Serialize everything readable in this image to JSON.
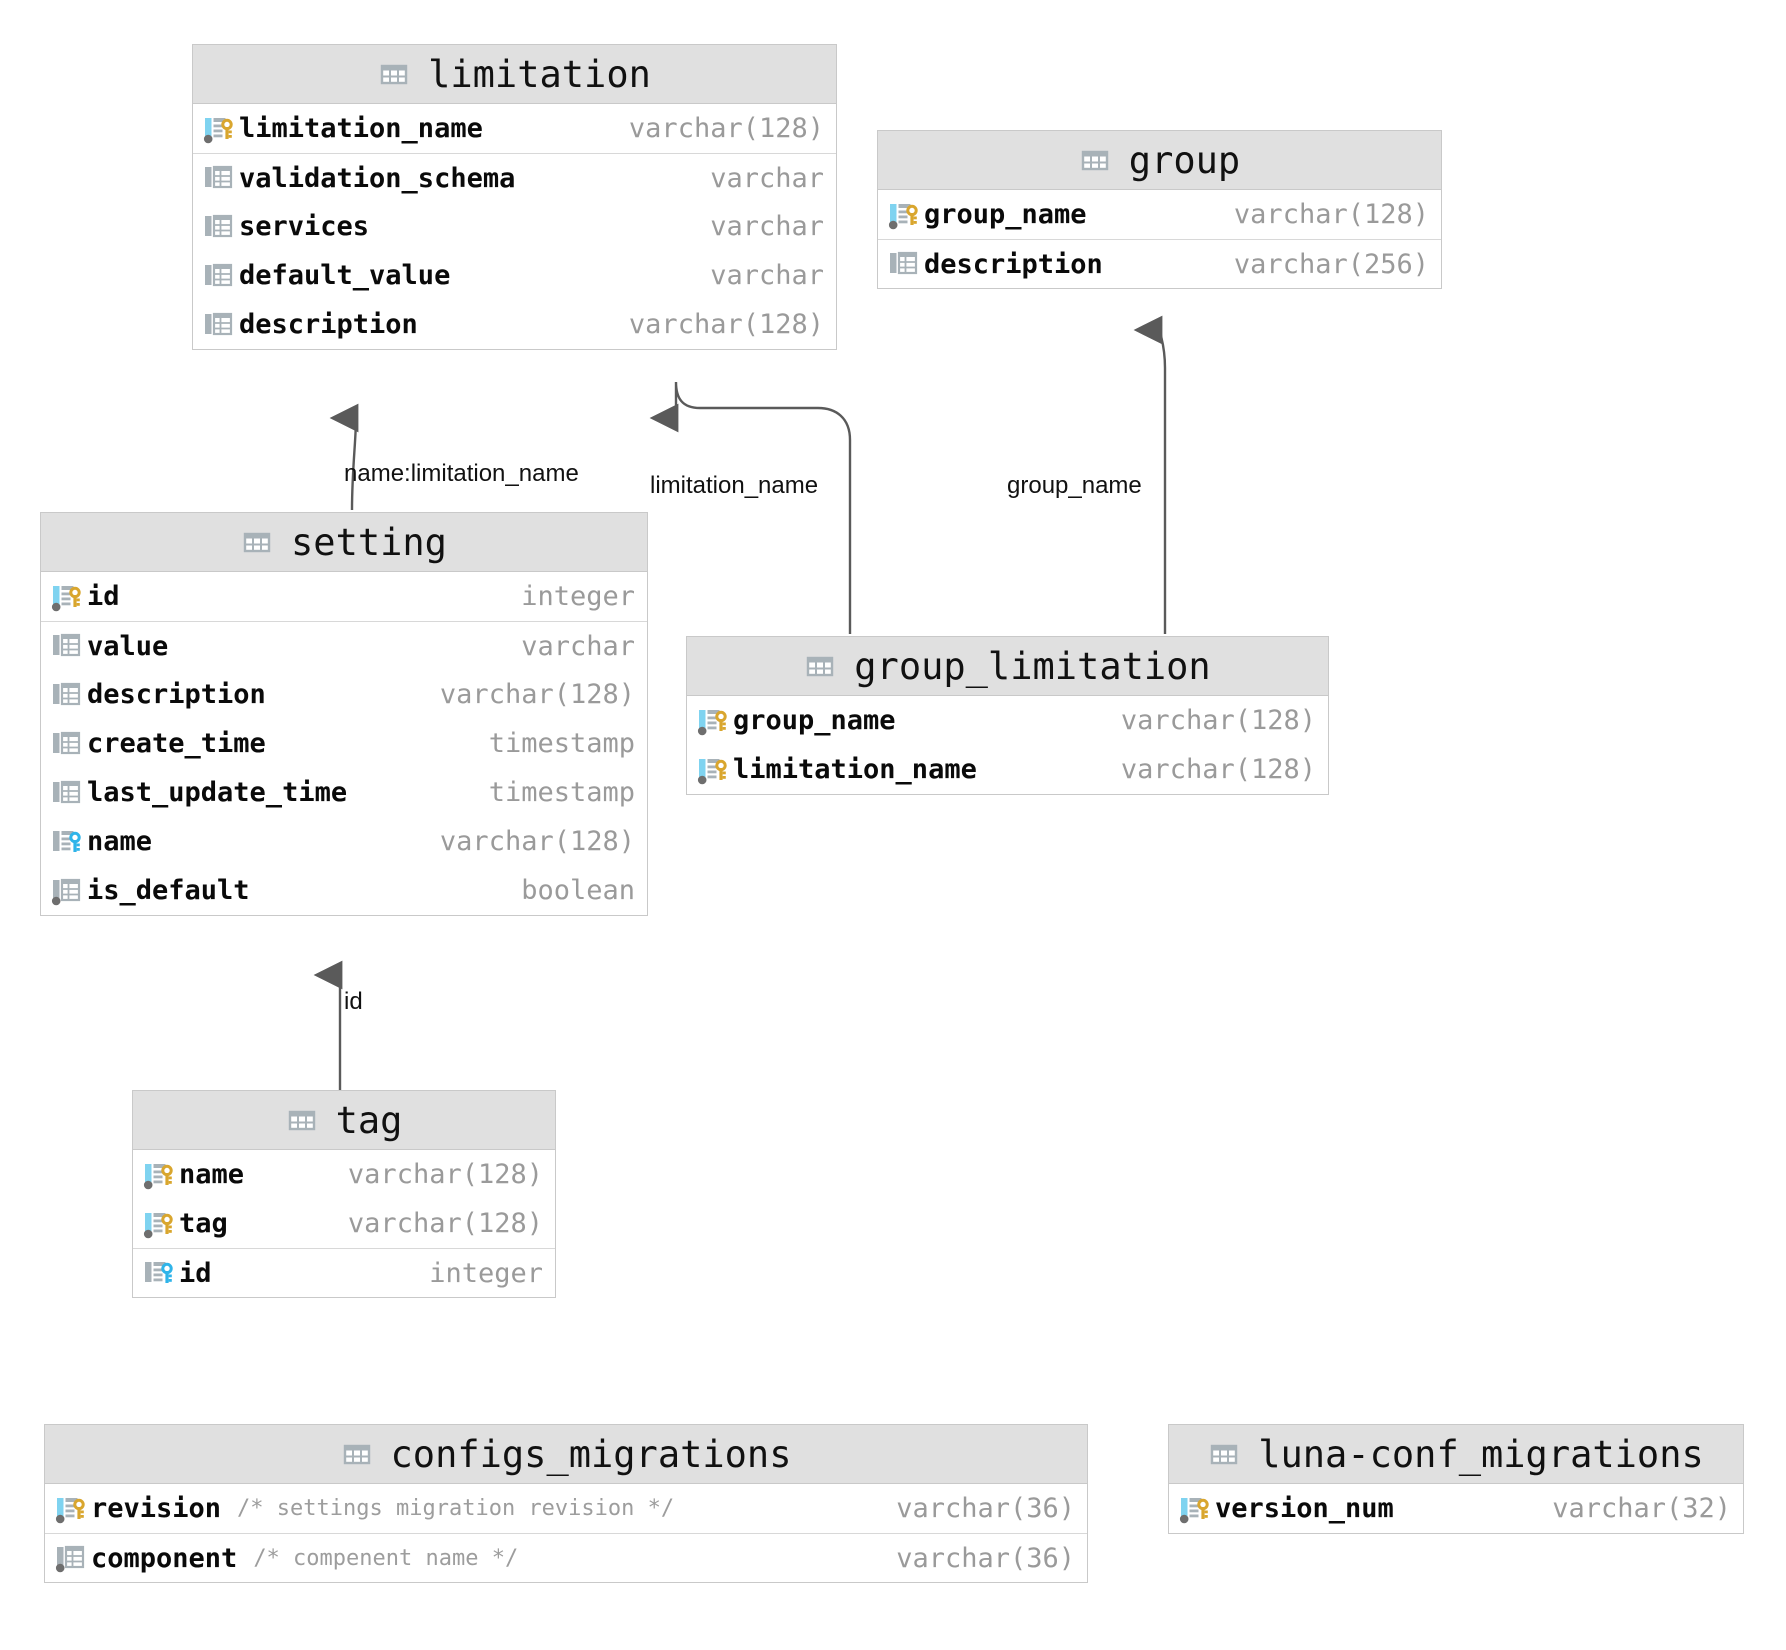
{
  "diagram": {
    "kind": "entity-relationship-diagram",
    "title": "Database schema ER diagram",
    "colors": {
      "table_header_bg": "#e0e0e0",
      "table_body_bg": "#ffffff",
      "table_border": "#c9c9c9",
      "row_divider": "#d8d8d8",
      "column_name": "#0a0a0a",
      "column_type": "#9a9a9a",
      "comment": "#9d9d9d",
      "edge_line": "#5a5a5a",
      "pk_key": "#d9a62e",
      "fk_key": "#2fb4e9",
      "icon_blue_bar": "#7fd3f0",
      "icon_gray": "#a8b2b8",
      "icon_dot": "#6e6e6e"
    }
  },
  "tables": [
    {
      "id": "limitation",
      "name": "limitation",
      "icon": "table-icon",
      "columns": [
        {
          "name": "limitation_name",
          "type": "varchar(128)",
          "icon": "primary-key-icon",
          "comment": ""
        },
        {
          "name": "validation_schema",
          "type": "varchar",
          "icon": "column-icon",
          "comment": ""
        },
        {
          "name": "services",
          "type": "varchar",
          "icon": "column-icon",
          "comment": ""
        },
        {
          "name": "default_value",
          "type": "varchar",
          "icon": "column-icon",
          "comment": ""
        },
        {
          "name": "description",
          "type": "varchar(128)",
          "icon": "column-icon",
          "comment": ""
        }
      ]
    },
    {
      "id": "group",
      "name": "group",
      "icon": "table-icon",
      "columns": [
        {
          "name": "group_name",
          "type": "varchar(128)",
          "icon": "primary-key-icon",
          "comment": ""
        },
        {
          "name": "description",
          "type": "varchar(256)",
          "icon": "column-icon",
          "comment": ""
        }
      ]
    },
    {
      "id": "setting",
      "name": "setting",
      "icon": "table-icon",
      "columns": [
        {
          "name": "id",
          "type": "integer",
          "icon": "primary-key-icon",
          "comment": ""
        },
        {
          "name": "value",
          "type": "varchar",
          "icon": "column-icon",
          "comment": ""
        },
        {
          "name": "description",
          "type": "varchar(128)",
          "icon": "column-icon",
          "comment": ""
        },
        {
          "name": "create_time",
          "type": "timestamp",
          "icon": "column-icon",
          "comment": ""
        },
        {
          "name": "last_update_time",
          "type": "timestamp",
          "icon": "column-icon",
          "comment": ""
        },
        {
          "name": "name",
          "type": "varchar(128)",
          "icon": "foreign-key-icon",
          "comment": ""
        },
        {
          "name": "is_default",
          "type": "boolean",
          "icon": "not-null-column-icon",
          "comment": ""
        }
      ]
    },
    {
      "id": "group_limitation",
      "name": "group_limitation",
      "icon": "table-icon",
      "columns": [
        {
          "name": "group_name",
          "type": "varchar(128)",
          "icon": "primary-key-icon",
          "comment": ""
        },
        {
          "name": "limitation_name",
          "type": "varchar(128)",
          "icon": "primary-key-icon",
          "comment": ""
        }
      ]
    },
    {
      "id": "tag",
      "name": "tag",
      "icon": "table-icon",
      "columns": [
        {
          "name": "name",
          "type": "varchar(128)",
          "icon": "primary-key-icon",
          "comment": ""
        },
        {
          "name": "tag",
          "type": "varchar(128)",
          "icon": "primary-key-icon",
          "comment": ""
        },
        {
          "name": "id",
          "type": "integer",
          "icon": "foreign-key-icon",
          "comment": ""
        }
      ]
    },
    {
      "id": "configs_migrations",
      "name": "configs_migrations",
      "icon": "table-icon",
      "columns": [
        {
          "name": "revision",
          "type": "varchar(36)",
          "icon": "primary-key-icon",
          "comment": "/* settings migration revision */"
        },
        {
          "name": "component",
          "type": "varchar(36)",
          "icon": "not-null-column-icon",
          "comment": "/* compenent name */"
        }
      ]
    },
    {
      "id": "luna-conf_migrations",
      "name": "luna-conf_migrations",
      "icon": "table-icon",
      "columns": [
        {
          "name": "version_num",
          "type": "varchar(32)",
          "icon": "primary-key-icon",
          "comment": ""
        }
      ]
    }
  ],
  "relationships": [
    {
      "id": "setting-to-limitation",
      "label": "name:limitation_name",
      "from": "setting",
      "to": "limitation"
    },
    {
      "id": "group_limitation-to-limitation",
      "label": "limitation_name",
      "from": "group_limitation",
      "to": "limitation"
    },
    {
      "id": "group_limitation-to-group",
      "label": "group_name",
      "from": "group_limitation",
      "to": "group"
    },
    {
      "id": "tag-to-setting",
      "label": "id",
      "from": "tag",
      "to": "setting"
    }
  ]
}
